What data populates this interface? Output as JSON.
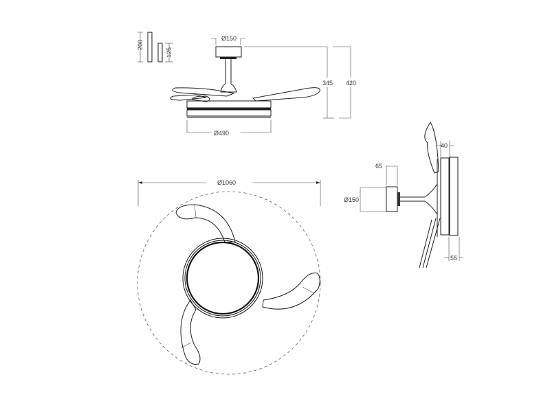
{
  "drawing": {
    "subject": "Ceiling fan dimension drawing",
    "views": [
      "front-view",
      "top-view",
      "side-view",
      "downrod-options"
    ]
  },
  "downrods": {
    "long_label": "200",
    "short_label": "125"
  },
  "front_view": {
    "canopy_diameter": "Ø150",
    "body_diameter": "Ø490",
    "height_short": "345",
    "height_long": "420"
  },
  "top_view": {
    "blade_span": "Ø1060"
  },
  "side_view": {
    "canopy_depth": "65",
    "canopy_diameter": "Ø150",
    "light_depth": "40",
    "body_depth": "55"
  },
  "colors": {
    "line": "#1a1a1a",
    "text": "#333333",
    "background": "#ffffff"
  }
}
